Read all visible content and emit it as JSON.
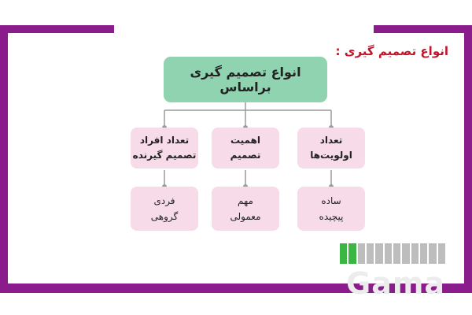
{
  "slide": {
    "heading": "انواع تصمیم گیری :",
    "root": "انواع تصمیم گیری براساس",
    "level1": [
      "تعداد افراد\nتصمیم گیرنده",
      "اهمیت\nتصمیم",
      "تعداد\nاولویت‌ها"
    ],
    "level2": [
      "فردی\nگروهی",
      "مهم\nمعمولی",
      "ساده\nپیچیده"
    ]
  },
  "progress": {
    "filled": 2,
    "total": 12
  },
  "watermark": "Gama",
  "colors": {
    "frame": "#8a1c8c",
    "heading": "#c0152a",
    "root_box": "#8fd3b0",
    "child_box": "#f8dbe8",
    "progress_on": "#3bb544",
    "progress_off": "#bdbdbd"
  }
}
